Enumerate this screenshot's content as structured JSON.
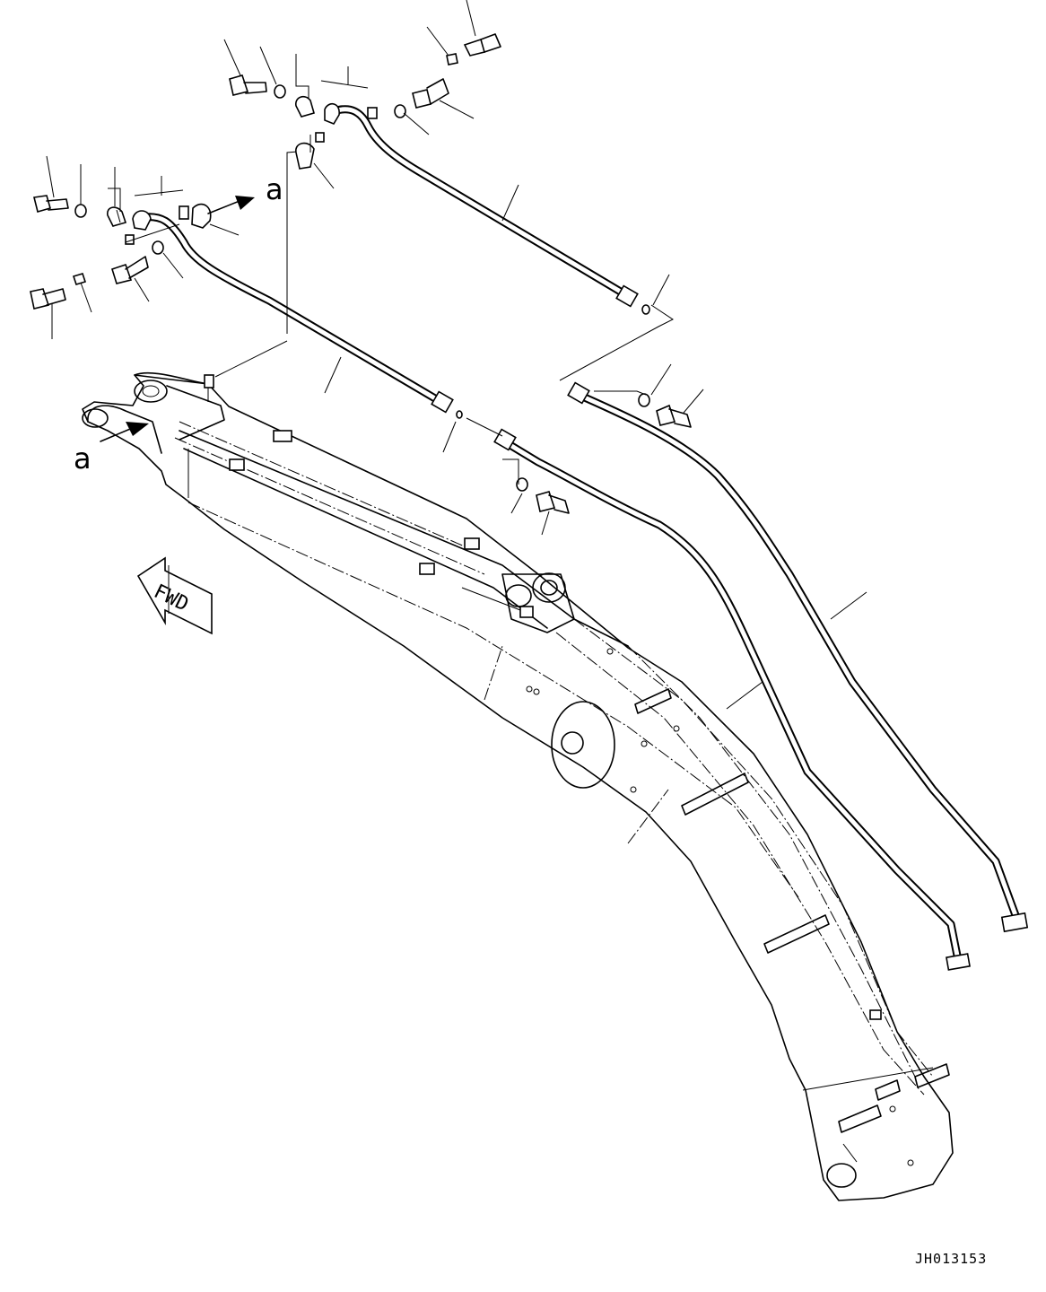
{
  "diagram": {
    "view_labels": [
      "a",
      "a"
    ],
    "direction_label": "FWD",
    "drawing_code": "JH013153"
  }
}
